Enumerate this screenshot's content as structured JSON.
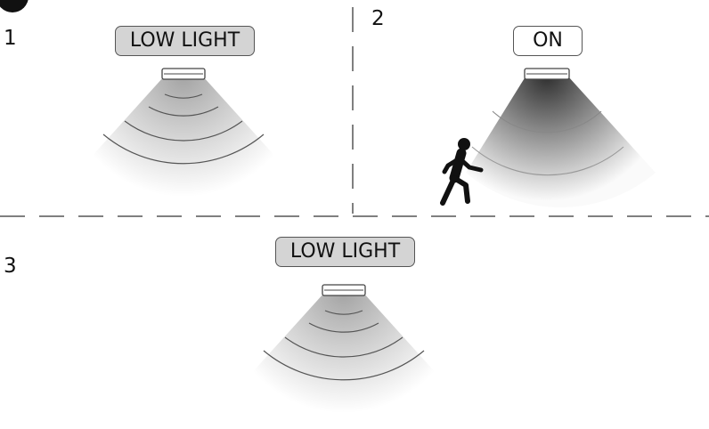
{
  "panels": [
    {
      "step": "1",
      "badge": "LOW LIGHT",
      "state": "low"
    },
    {
      "step": "2",
      "badge": "ON",
      "state": "on"
    },
    {
      "step": "3",
      "badge": "LOW LIGHT",
      "state": "low"
    }
  ],
  "colors": {
    "line": "#555555",
    "badge_low_fill": "#d4d4d4",
    "cone_on_dark": "#3a3a3a",
    "cone_low_light": "#e2e2e2"
  },
  "icons": {
    "sensor": "ceiling-sensor-icon",
    "person": "walking-person-icon"
  }
}
